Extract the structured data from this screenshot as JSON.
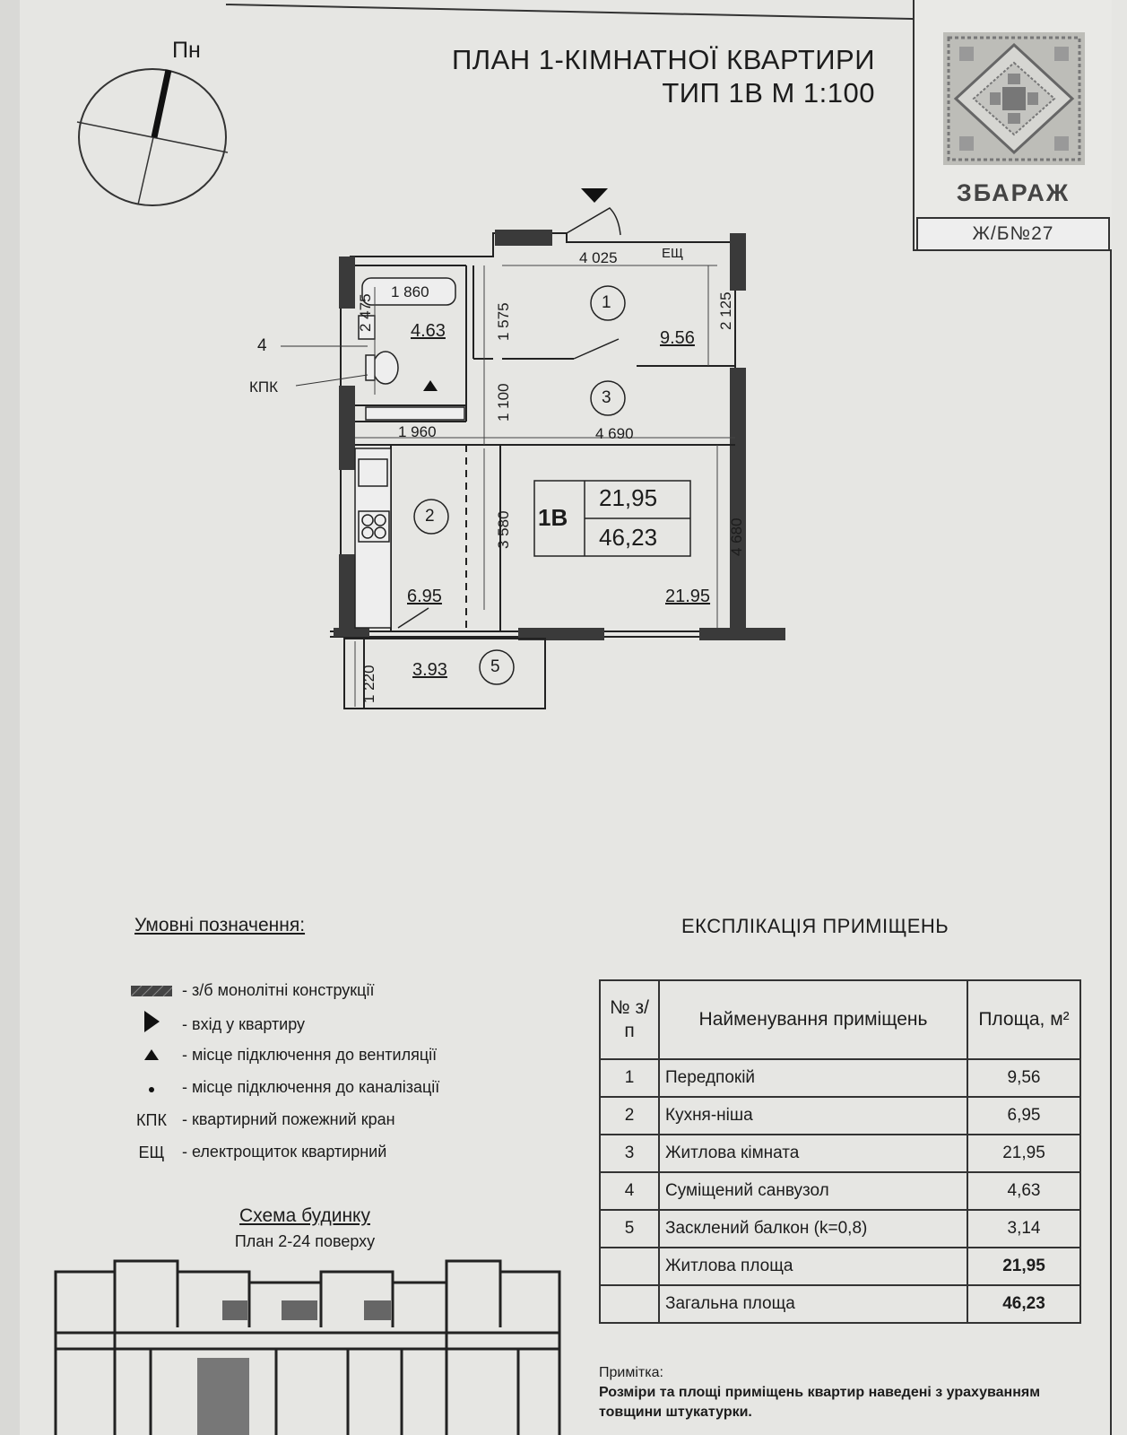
{
  "header": {
    "title_line1": "ПЛАН 1-КІМНАТНОЇ КВАРТИРИ",
    "title_line2": "ТИП 1В  М 1:100",
    "north_label": "Пн"
  },
  "brand": {
    "name": "ЗБАРАЖ",
    "building_no": "Ж/Б№27"
  },
  "plan": {
    "dims": {
      "top_width": "4 025",
      "shaft_label": "ЕЩ",
      "bath_width": "1 860",
      "bath_height": "2 475",
      "bath_side": "1 575",
      "hall_height": "2 125",
      "door_gap": "1 100",
      "kitchen_width": "1 960",
      "room_width": "4 690",
      "kitchen_height": "3 580",
      "room_height": "4 680",
      "balcony_height": "1 220"
    },
    "areas": {
      "bath": "4.63",
      "hall": "9.56",
      "kitchen": "6.95",
      "room": "21.95",
      "balcony": "3.93"
    },
    "room_numbers": [
      "1",
      "2",
      "3",
      "4",
      "5"
    ],
    "kpk_label": "КПК",
    "badge": {
      "type": "1В",
      "living": "21,95",
      "total": "46,23"
    }
  },
  "legend": {
    "title": "Умовні позначення:",
    "items": [
      {
        "symbol": "",
        "text": "- з/б монолітні конструкції"
      },
      {
        "symbol": "",
        "text": "- вхід у квартиру"
      },
      {
        "symbol": "",
        "text": "- місце підключення до вентиляції"
      },
      {
        "symbol": "",
        "text": "- місце підключення до каналізації"
      },
      {
        "symbol": "КПК",
        "text": "- квартирний пожежний кран"
      },
      {
        "symbol": "ЕЩ",
        "text": "- електрощиток квартирний"
      }
    ]
  },
  "scheme": {
    "title": "Схема будинку",
    "subtitle": "План 2-24 поверху"
  },
  "explication": {
    "title": "ЕКСПЛІКАЦІЯ ПРИМІЩЕНЬ",
    "headers": {
      "num": "№ з/п",
      "name": "Найменування приміщень",
      "area": "Площа, м²"
    },
    "rows": [
      {
        "num": "1",
        "name": "Передпокій",
        "area": "9,56"
      },
      {
        "num": "2",
        "name": "Кухня-ніша",
        "area": "6,95"
      },
      {
        "num": "3",
        "name": "Житлова кімната",
        "area": "21,95"
      },
      {
        "num": "4",
        "name": "Суміщений санвузол",
        "area": "4,63"
      },
      {
        "num": "5",
        "name": "Засклений балкон (k=0,8)",
        "area": "3,14"
      }
    ],
    "living_area": {
      "label": "Житлова площа",
      "value": "21,95"
    },
    "total_area": {
      "label": "Загальна площа",
      "value": "46,23"
    }
  },
  "note": {
    "title": "Примітка:",
    "text": "Розміри та площі приміщень квартир наведені з урахуванням товщини штукатурки."
  }
}
